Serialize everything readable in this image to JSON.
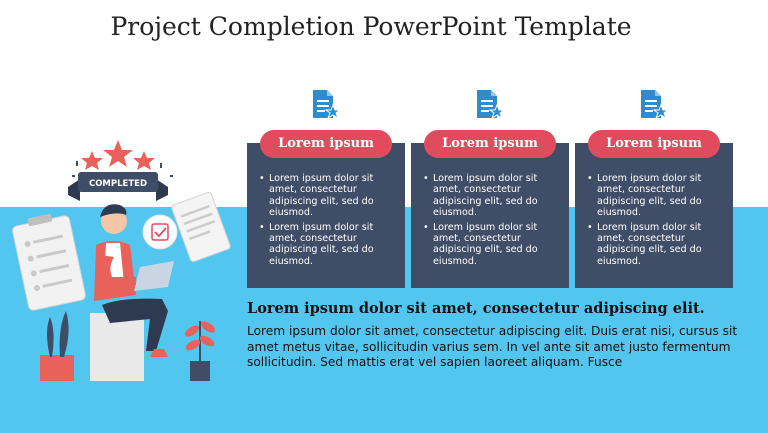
{
  "slide": {
    "title": "Project Completion PowerPoint Template"
  },
  "illustration": {
    "badge_text": "COMPLETED"
  },
  "columns": [
    {
      "label": "Lorem ipsum",
      "icon": "document-star-icon",
      "bullets": [
        "Lorem ipsum dolor sit amet, consectetur adipiscing elit, sed do eiusmod.",
        "Lorem ipsum dolor sit amet, consectetur adipiscing elit, sed do eiusmod."
      ]
    },
    {
      "label": "Lorem ipsum",
      "icon": "document-star-icon",
      "bullets": [
        "Lorem ipsum dolor sit amet, consectetur adipiscing elit, sed do eiusmod.",
        "Lorem ipsum dolor sit amet, consectetur adipiscing elit, sed do eiusmod."
      ]
    },
    {
      "label": "Lorem ipsum",
      "icon": "document-star-icon",
      "bullets": [
        "Lorem ipsum dolor sit amet, consectetur adipiscing elit, sed do eiusmod.",
        "Lorem ipsum dolor sit amet, consectetur adipiscing elit, sed do eiusmod."
      ]
    }
  ],
  "summary": {
    "heading": "Lorem ipsum dolor sit amet, consectetur adipiscing elit.",
    "body": "Lorem ipsum dolor sit amet, consectetur adipiscing elit. Duis erat nisi, cursus sit amet metus vitae, sollicitudin varius sem. In vel ante sit amet justo fermentum sollicitudin. Sed mattis erat vel sapien laoreet aliquam. Fusce"
  },
  "colors": {
    "accent_red": "#e04c5e",
    "card_navy": "#3f4d67",
    "band_blue": "#53c6ef",
    "icon_blue": "#2f8ccc"
  }
}
